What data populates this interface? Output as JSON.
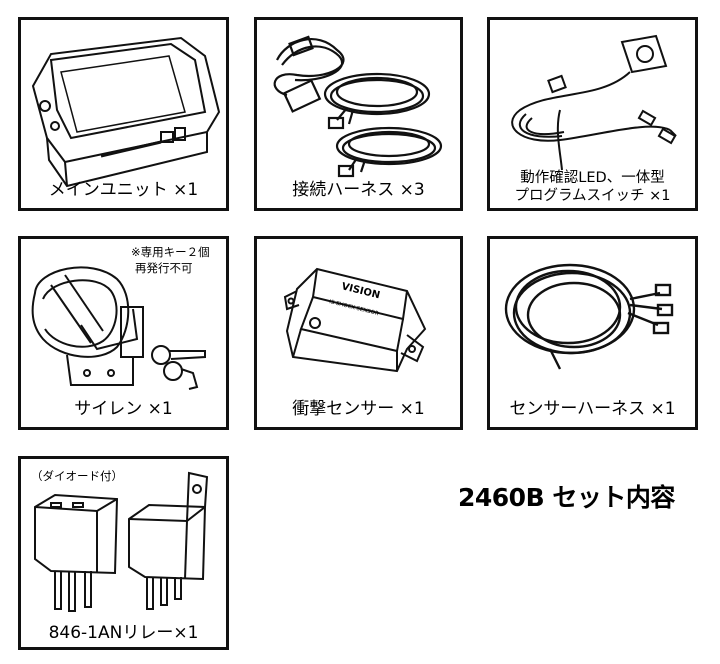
{
  "title": "2460B セット内容",
  "items": [
    {
      "label": "メインユニット ×1"
    },
    {
      "label": "接続ハーネス ×3"
    },
    {
      "label_line1": "動作確認LED、一体型",
      "label_line2": "プログラムスイッチ ×1"
    },
    {
      "label": "サイレン ×1",
      "note_line1": "※専用キー２個",
      "note_line2": "再発行不可"
    },
    {
      "label": "衝撃センサー ×1",
      "device_text1": "VISION",
      "device_text2": "IS SHOCK SENSOR"
    },
    {
      "label": "センサーハーネス ×1"
    },
    {
      "label": "846-1ANリレー×1",
      "note": "（ダイオード付）"
    }
  ]
}
